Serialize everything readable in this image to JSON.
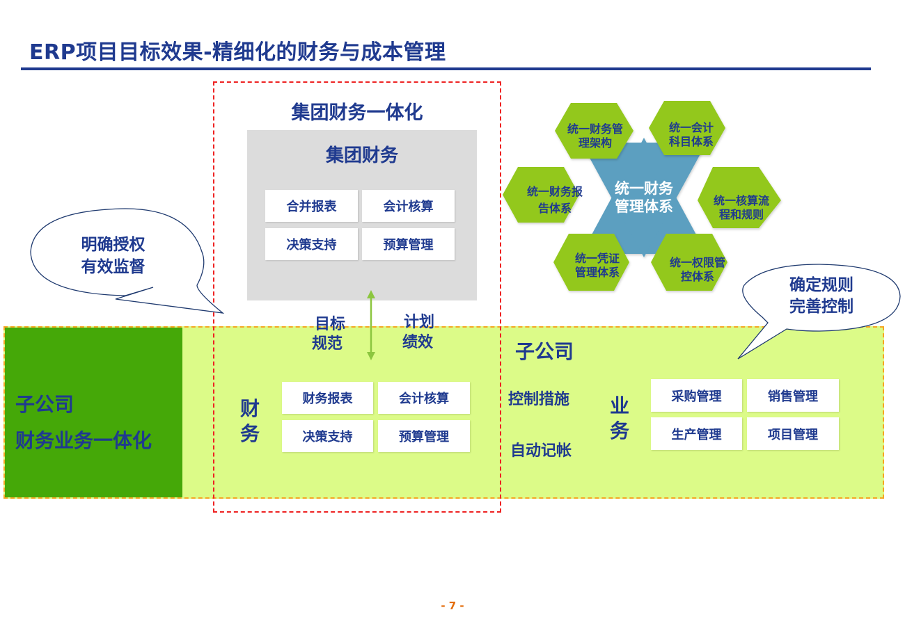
{
  "title": "ERP项目目标效果-精细化的财务与成本管理",
  "group_section": {
    "heading": "集团财务一体化",
    "box_title": "集团财务",
    "tiles": [
      "合并报表",
      "会计核算",
      "决策支持",
      "预算管理"
    ]
  },
  "arrow_labels": {
    "left_line1": "目标",
    "left_line2": "规范",
    "right_line1": "计划",
    "right_line2": "绩效"
  },
  "callout_left": {
    "line1": "明确授权",
    "line2": "有效监督"
  },
  "callout_right": {
    "line1": "确定规则",
    "line2": "完善控制"
  },
  "star": {
    "center_line1": "统一财务",
    "center_line2": "管理体系",
    "hexagons": [
      {
        "line1": "统一财务管",
        "line2": "理架构"
      },
      {
        "line1": "统一会计",
        "line2": "科目体系"
      },
      {
        "line1": "统一财务报",
        "line2": "告体系"
      },
      {
        "line1": "统一核算流",
        "line2": "程和规则"
      },
      {
        "line1": "统一凭证",
        "line2": "管理体系"
      },
      {
        "line1": "统一权限管",
        "line2": "控体系"
      }
    ],
    "colors": {
      "hex": "#93c81e",
      "star": "#5b9fc0",
      "hex_text": "#1f3a8f",
      "star_text": "#ffffff"
    }
  },
  "subsidiary_band": {
    "left_label_line1": "子公司",
    "left_label_line2": "财务业务一体化",
    "sub_heading": "子公司",
    "finance_label_line1": "财",
    "finance_label_line2": "务",
    "finance_tiles": [
      "财务报表",
      "会计核算",
      "决策支持",
      "预算管理"
    ],
    "mid_line1": "控制措施",
    "mid_line2": "自动记帐",
    "business_label_line1": "业",
    "business_label_line2": "务",
    "business_tiles": [
      "采购管理",
      "销售管理",
      "生产管理",
      "项目管理"
    ],
    "colors": {
      "band_light": "#dcfb88",
      "band_dark": "#45a808",
      "band_border": "#f5a623"
    }
  },
  "page_number": "- 7 -",
  "colors": {
    "title": "#1f3a8f",
    "accent_red": "#ee2222",
    "page_number": "#e36c0a"
  }
}
